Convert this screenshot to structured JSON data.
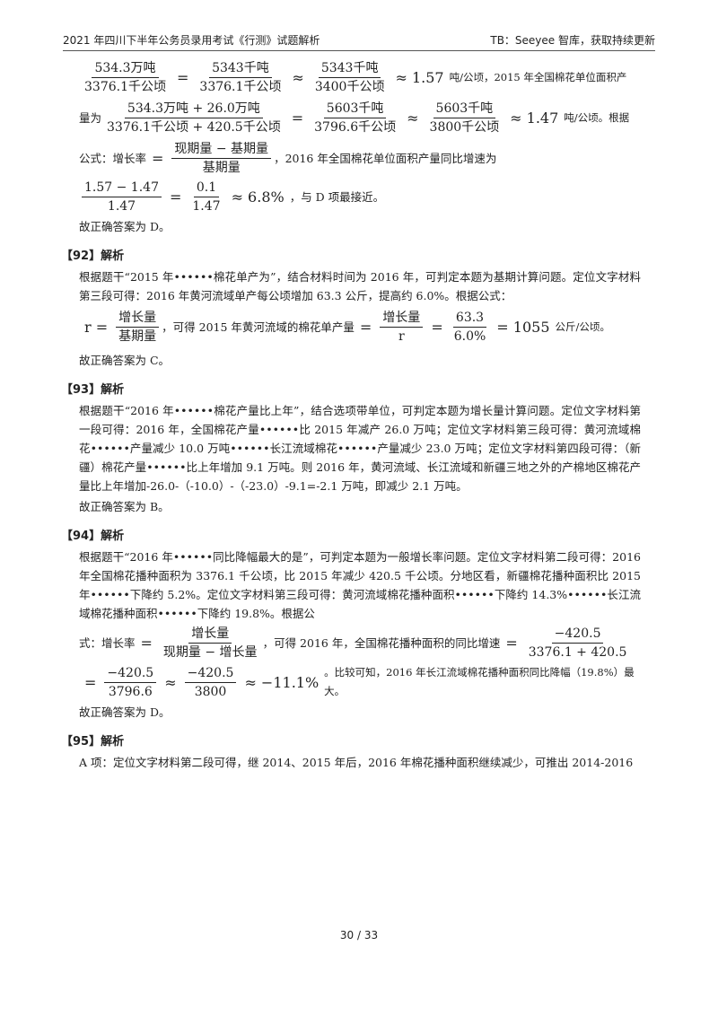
{
  "header": {
    "left": "2021 年四川下半年公务员录用考试《行测》试题解析",
    "right": "TB：Seeyee 智库，获取持续更新"
  },
  "intro": {
    "f1": {
      "n1": "534.3万吨",
      "d1": "3376.1千公顷",
      "eq": "=",
      "n2": "5343千吨",
      "d2": "3376.1千公顷",
      "ap": "≈",
      "n3": "5343千吨",
      "d3": "3400千公顷",
      "r": "≈ 1.57"
    },
    "t1": "吨/公顷，2015 年全国棉花单位面积产",
    "t2": "量为",
    "f2": {
      "n1": "534.3万吨 + 26.0万吨",
      "d1": "3376.1千公顷 + 420.5千公顷",
      "eq": "=",
      "n2": "5603千吨",
      "d2": "3796.6千公顷",
      "ap": "≈",
      "n3": "5603千吨",
      "d3": "3800千公顷",
      "r": "≈ 1.47"
    },
    "t3": "吨/公顷。根据",
    "t4": "公式：增长率",
    "f3": {
      "eq": "=",
      "n": "现期量 − 基期量",
      "d": "基期量"
    },
    "t5": "，2016 年全国棉花单位面积产量同比增速为",
    "f4": {
      "n1": "1.57 − 1.47",
      "d1": "1.47",
      "eq": "=",
      "n2": "0.1",
      "d2": "1.47",
      "r": "≈ 6.8%"
    },
    "t6": "，与 D 项最接近。",
    "answer": "故正确答案为 D。"
  },
  "q92": {
    "title": "【92】解析",
    "p1": "根据题干“2015 年••••••棉花单产为”，结合材料时间为 2016 年，可判定本题为基期计算问题。定位文字材料第三段可得：2016 年黄河流域单产每公顷增加 63.3 公斤，提高约 6.0%。根据公式：",
    "f": {
      "r": "r =",
      "n1": "增长量",
      "d1": "基期量",
      "t": "，可得 2015 年黄河流域的棉花单产量",
      "eq": "=",
      "n2": "增长量",
      "d2": "r",
      "eq2": "=",
      "n3": "63.3",
      "d3": "6.0%",
      "res": "= 1055",
      "unit": "公斤/公顷。"
    },
    "answer": "故正确答案为 C。"
  },
  "q93": {
    "title": "【93】解析",
    "p1": "根据题干“2016 年••••••棉花产量比上年”，结合选项带单位，可判定本题为增长量计算问题。定位文字材料第一段可得：2016 年，全国棉花产量••••••比 2015 年减产 26.0 万吨；定位文字材料第三段可得：黄河流域棉花••••••产量减少 10.0 万吨••••••长江流域棉花••••••产量减少 23.0 万吨；定位文字材料第四段可得：（新疆）棉花产量••••••比上年增加 9.1 万吨。则 2016 年，黄河流域、长江流域和新疆三地之外的产棉地区棉花产量比上年增加-26.0-（-10.0）-（-23.0）-9.1=-2.1 万吨，即减少 2.1 万吨。",
    "answer": "故正确答案为 B。"
  },
  "q94": {
    "title": "【94】解析",
    "p1": "根据题干“2016 年••••••同比降幅最大的是”，可判定本题为一般增长率问题。定位文字材料第二段可得：2016 年全国棉花播种面积为 3376.1 千公顷，比 2015 年减少 420.5 千公顷。分地区看，新疆棉花播种面积比 2015 年••••••下降约 5.2%。定位文字材料第三段可得：黄河流域棉花播种面积••••••下降约 14.3%••••••长江流域棉花播种面积••••••下降约 19.8%。根据公",
    "t1": "式：增长率",
    "f1": {
      "eq": "=",
      "n": "增长量",
      "d": "现期量 − 增长量"
    },
    "t2": "，可得 2016 年，全国棉花播种面积的同比增速",
    "f2": {
      "eq": "=",
      "n": "−420.5",
      "d": "3376.1 + 420.5"
    },
    "f3": {
      "eq": "=",
      "n1": "−420.5",
      "d1": "3796.6",
      "ap": "≈",
      "n2": "−420.5",
      "d2": "3800",
      "r": "≈ −11.1%"
    },
    "t3": "。比较可知，2016 年长江流域棉花播种面积同比降幅（19.8%）最大。",
    "answer": "故正确答案为 D。"
  },
  "q95": {
    "title": "【95】解析",
    "p1": "A 项：定位文字材料第二段可得，继 2014、2015 年后，2016 年棉花播种面积继续减少，可推出 2014-2016"
  },
  "footer": {
    "page": "30 / 33"
  }
}
